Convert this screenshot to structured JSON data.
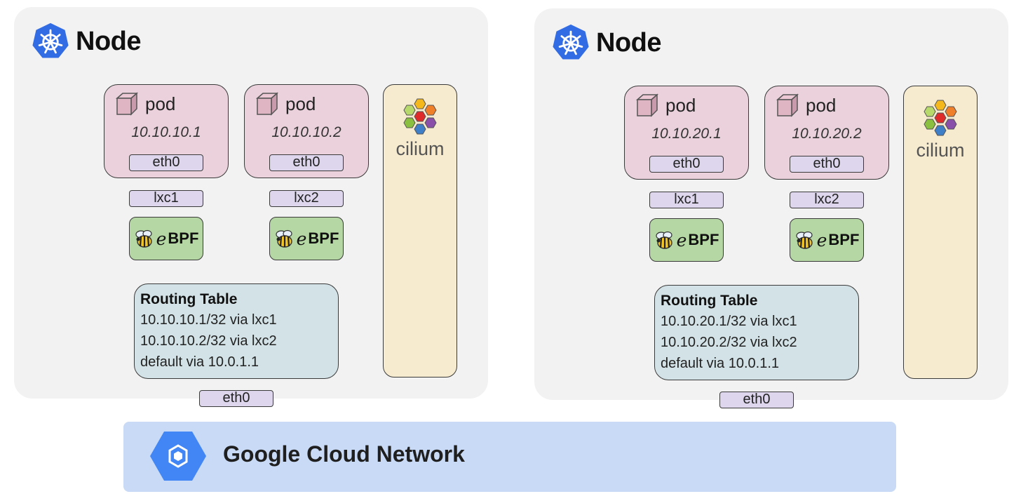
{
  "colors": {
    "node_bg": "#f2f2f2",
    "pod_bg": "#ead1dc",
    "interface_bg": "#ddd6ec",
    "ebpf_bg": "#b5d7a3",
    "routing_bg": "#d3e2e6",
    "cilium_bg": "#f7ebcf",
    "network_bg": "#c8daf5",
    "kubernetes_blue": "#326ce5"
  },
  "icons": {
    "node": "kubernetes-icon",
    "pod": "cube-icon",
    "ebpf": "bee-icon",
    "cilium": "cilium-hexagon-icon",
    "network": "google-cloud-icon"
  },
  "nodes": [
    {
      "title": "Node",
      "pods": [
        {
          "label": "pod",
          "ip": "10.10.10.1",
          "iface": "eth0",
          "veth": "lxc1",
          "ebpf_e": "e",
          "ebpf_bpf": "BPF"
        },
        {
          "label": "pod",
          "ip": "10.10.10.2",
          "iface": "eth0",
          "veth": "lxc2",
          "ebpf_e": "e",
          "ebpf_bpf": "BPF"
        }
      ],
      "routing": {
        "title": "Routing Table",
        "lines": [
          "10.10.10.1/32 via lxc1",
          "10.10.10.2/32 via lxc2",
          "default via 10.0.1.1"
        ]
      },
      "host_iface": "eth0",
      "cilium": "cilium"
    },
    {
      "title": "Node",
      "pods": [
        {
          "label": "pod",
          "ip": "10.10.20.1",
          "iface": "eth0",
          "veth": "lxc1",
          "ebpf_e": "e",
          "ebpf_bpf": "BPF"
        },
        {
          "label": "pod",
          "ip": "10.10.20.2",
          "iface": "eth0",
          "veth": "lxc2",
          "ebpf_e": "e",
          "ebpf_bpf": "BPF"
        }
      ],
      "routing": {
        "title": "Routing Table",
        "lines": [
          "10.10.20.1/32 via lxc1",
          "10.10.20.2/32 via lxc2",
          "default via 10.0.1.1"
        ]
      },
      "host_iface": "eth0",
      "cilium": "cilium"
    }
  ],
  "network": {
    "label": "Google Cloud Network"
  }
}
